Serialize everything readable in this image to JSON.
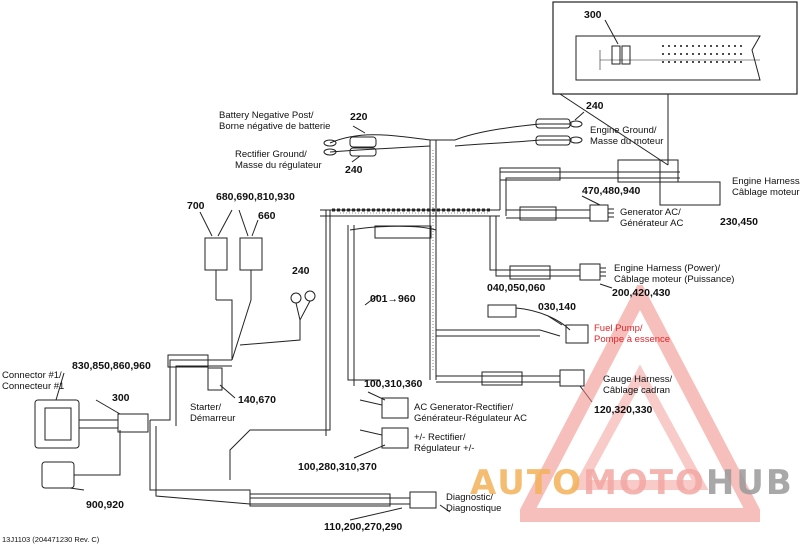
{
  "labels": {
    "battery_neg_en": "Battery Negative Post/",
    "battery_neg_fr": "Borne négative de batterie",
    "rect_ground_en": "Rectifier Ground/",
    "rect_ground_fr": "Masse du régulateur",
    "engine_ground_en": "Engine Ground/",
    "engine_ground_fr": "Masse du moteur",
    "engine_harness_en": "Engine Harness/",
    "engine_harness_fr": "Câblage moteur",
    "generator_ac_en": "Generator AC/",
    "generator_ac_fr": "Générateur AC",
    "engine_harness_power_en": "Engine Harness (Power)/",
    "engine_harness_power_fr": "Câblage moteur (Puissance)",
    "fuel_pump_en": "Fuel Pump/",
    "fuel_pump_fr": "Pompe à essence",
    "gauge_harness_en": "Gauge Harness/",
    "gauge_harness_fr": "Câblage cadran",
    "ac_gen_rect_en": "AC Generator-Rectifier/",
    "ac_gen_rect_fr": "Générateur-Régulateur AC",
    "rect_pm_en": "+/- Rectifier/",
    "rect_pm_fr": "Régulateur +/-",
    "diagnostic_en": "Diagnostic/",
    "diagnostic_fr": "Diagnostique",
    "connector1_en": "Connector #1/",
    "connector1_fr": "Connecteur #1",
    "starter_en": "Starter/",
    "starter_fr": "Démarreur"
  },
  "numbers": {
    "n300_top": "300",
    "n220": "220",
    "n240_rect": "240",
    "n240_engine": "240",
    "n240_mid": "240",
    "n700": "700",
    "n680": "680,690,810,930",
    "n660": "660",
    "n470": "470,480,940",
    "n230": "230,450",
    "n200": "200,420,430",
    "n040": "040,050,060",
    "n030": "030,140",
    "n001": "001→960",
    "n100_top": "100,310,360",
    "n120": "120,320,330",
    "n830": "830,850,860,960",
    "n300_conn": "300",
    "n140": "140,670",
    "n900": "900,920",
    "n100_bot": "100,280,310,370",
    "n110": "110,200,270,290"
  },
  "footer": {
    "code": "13J1103 (204471230 Rev. C)"
  },
  "watermark": {
    "part1": "AUTO",
    "part2": "MOTO",
    "part3": "HUB"
  }
}
